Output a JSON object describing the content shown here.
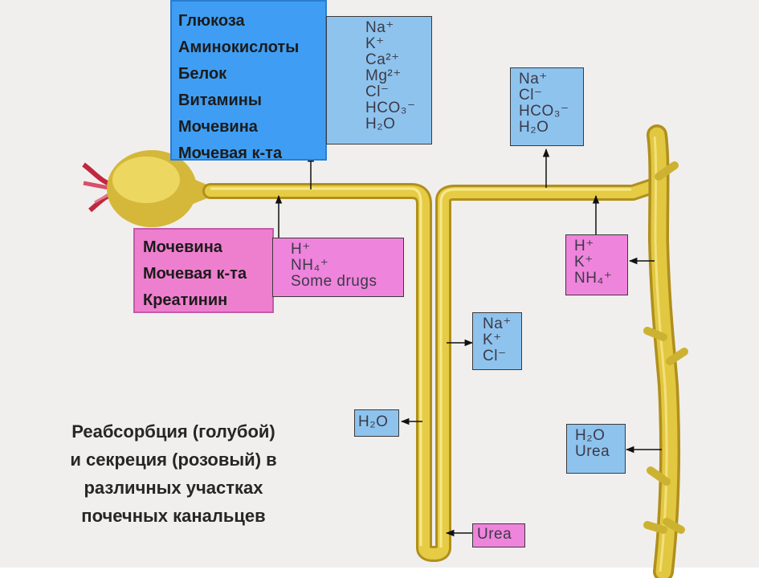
{
  "reabsorption_list": [
    "Глюкоза",
    "Аминокислоты",
    "Белок",
    "Витамины",
    "Мочевина",
    "Мочевая к-та"
  ],
  "secretion_list": [
    "Мочевина",
    "Мочевая к-та",
    "Креатинин"
  ],
  "proximal_reabsorbed_ions": [
    "Na⁺",
    "K⁺",
    "Ca²⁺",
    "Mg²⁺",
    "Cl⁻",
    "HCO₃⁻",
    "H₂O"
  ],
  "proximal_secreted": [
    "H⁺",
    "NH₄⁺",
    "Some drugs"
  ],
  "loop_ascending_ions": [
    "Na⁺",
    "K⁺",
    "Cl⁻"
  ],
  "loop_descending_water": [
    "H₂O"
  ],
  "loop_bottom_urea": [
    "Urea"
  ],
  "distal_reabsorbed_ions": [
    "Na⁺",
    "Cl⁻",
    "HCO₃⁻",
    "H₂O"
  ],
  "distal_secreted_ions": [
    "H⁺",
    "K⁺",
    "NH₄⁺"
  ],
  "collecting_duct_reabsorbed": [
    "H₂O",
    "Urea"
  ],
  "caption_lines": [
    "Реабсорбция (голубой)",
    "и секреция (розовый) в",
    "различных участках",
    "почечных канальцев"
  ],
  "colors": {
    "reabsorption_blue": "#8ec3ee",
    "reabsorption_header_blue": "#3f9ef3",
    "secretion_pink": "#ef84dc",
    "tubule_yellow": "#e0c33a"
  }
}
